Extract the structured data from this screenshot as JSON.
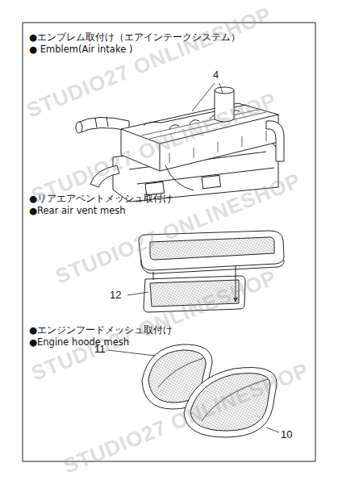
{
  "diagram": {
    "labels": [
      "STUDIO27 ONLINESHOP",
      "STUDIO27 ONLINESHOP",
      "STUDIO27 ONLINESHOP",
      "STUDIO27 ONLINESHOP",
      "STUDIO27 ONLINESHOP",
      "●エンブレム取付け（エアインテークシステム）",
      "● Emblem(Air intake )",
      "4",
      "●リアエアベントメッシュ取付け",
      "●Rear air vent mesh",
      "12",
      "●エンジンフードメッシュ取付け",
      "●Engine hoode mesh",
      "11",
      "10"
    ]
  }
}
